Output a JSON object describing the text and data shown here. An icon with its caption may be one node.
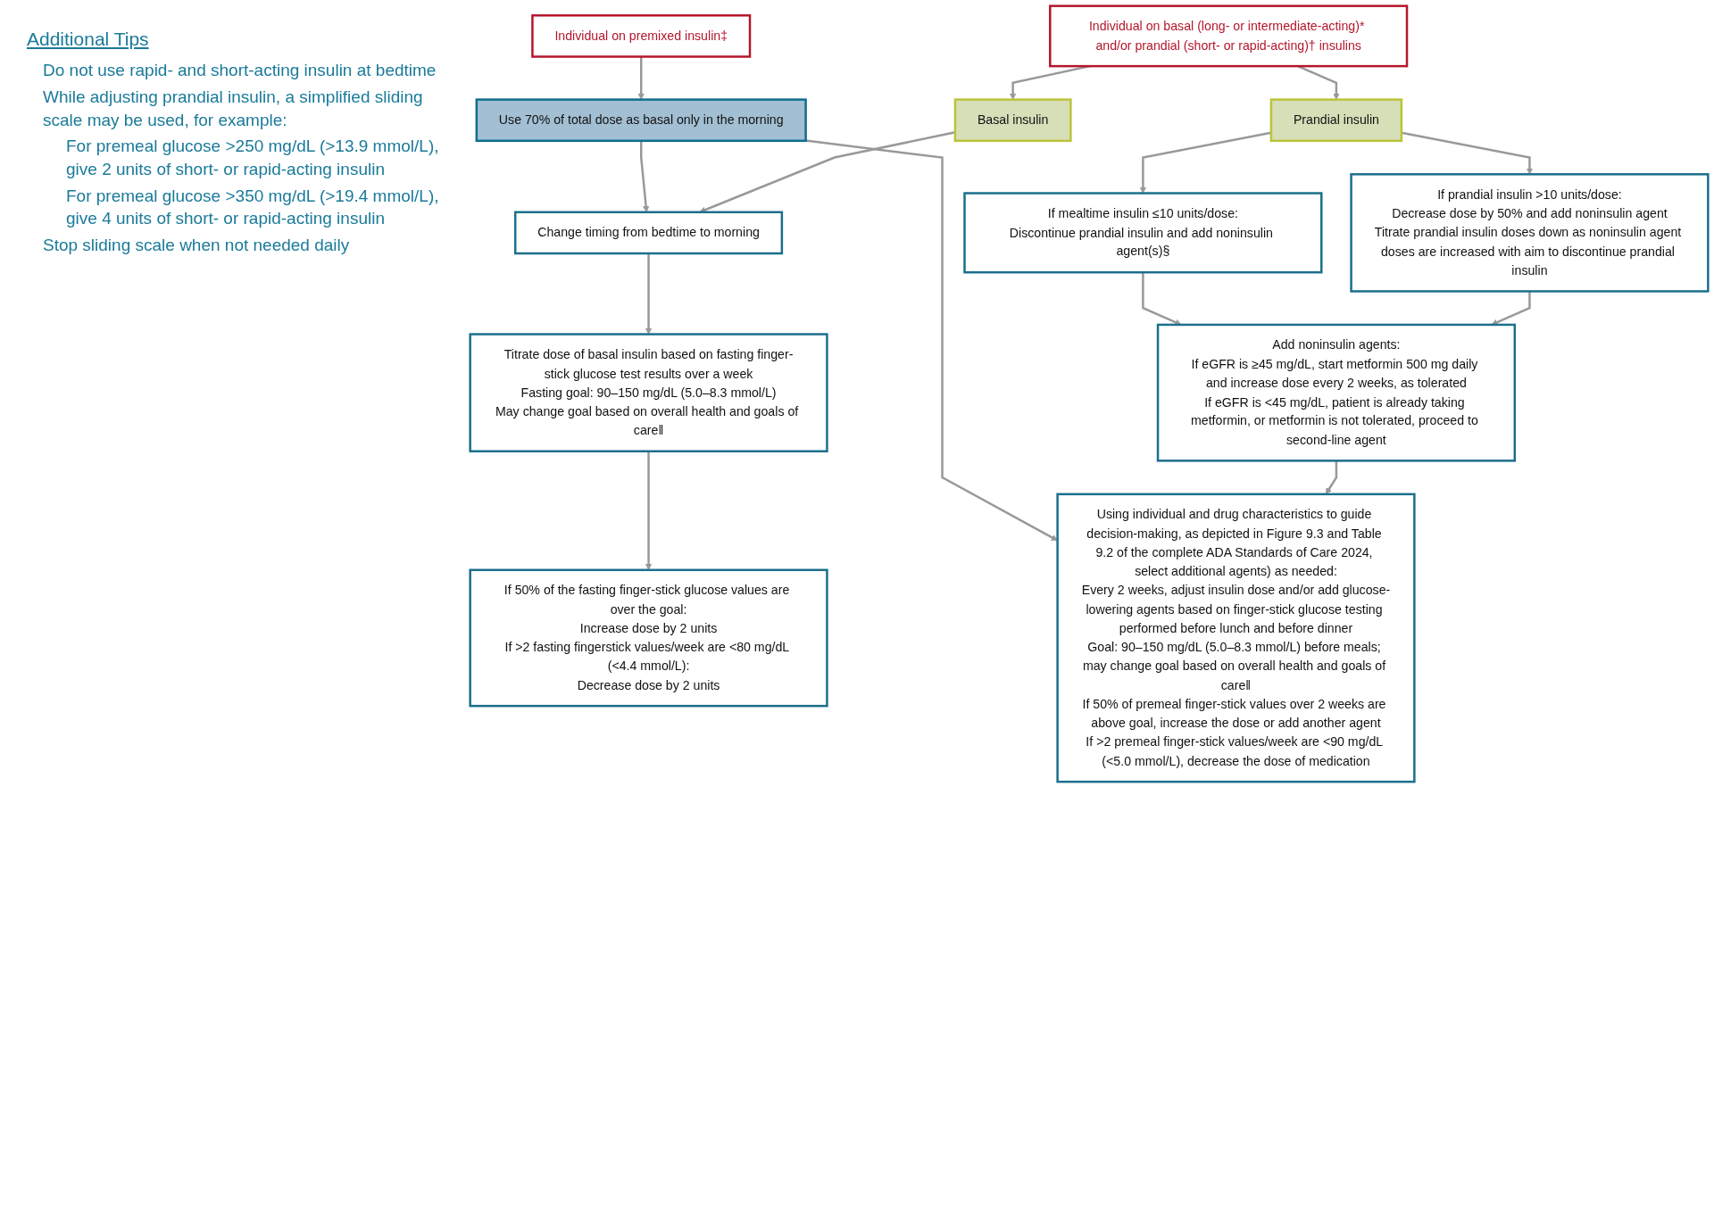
{
  "diagram": {
    "nodes": [
      {
        "text": [
          "Individual on basal (long- or intermediate-acting)* and/or prandial (short- or rapid-acting)† insulins"
        ]
      },
      {
        "text": [
          "Individual on premixed insulin‡"
        ]
      },
      {
        "text": [
          "Basal insulin"
        ]
      },
      {
        "text": [
          "Prandial insulin"
        ]
      },
      {
        "text": [
          "Use 70% of total dose as basal only in the morning"
        ]
      },
      {
        "text": [
          "Change timing from bedtime to morning"
        ]
      },
      {
        "text": [
          "Titrate dose of basal insulin based on fasting finger-stick glucose test results over a week",
          "Fasting goal: 90–150 mg/dL (5.0–8.3 mmol/L)",
          "May change goal based on overall health and goals of care‖"
        ]
      },
      {
        "text": [
          "If prandial insulin >10 units/dose:",
          "Decrease dose by 50% and add noninsulin agent",
          "Titrate prandial insulin doses down as noninsulin agent doses are increased with aim to discontinue prandial insulin"
        ]
      },
      {
        "text": [
          "If mealtime insulin ≤10 units/dose:",
          "Discontinue prandial insulin and add noninsulin agent(s)§"
        ]
      },
      {
        "text": [
          "If 50% of the fasting finger-stick glucose values are over the goal:",
          "Increase dose by 2 units",
          "If >2 fasting fingerstick values/week are <80 mg/dL (<4.4 mmol/L):",
          "Decrease dose by 2 units"
        ]
      },
      {
        "text": [
          "Add noninsulin agents:",
          "If eGFR is ≥45 mg/dL, start metformin 500 mg daily and increase dose every 2 weeks, as tolerated",
          "If eGFR is <45 mg/dL, patient is already taking metformin, or metformin is not tolerated, proceed to second-line agent"
        ]
      },
      {
        "text": [
          "Using individual and drug characteristics to guide decision-making, as depicted in Figure 9.3 and Table 9.2 of the complete ADA Standards of Care 2024, select additional agents) as needed:",
          "Every 2 weeks, adjust insulin dose and/or add glucose-lowering agents based on finger-stick glucose testing performed before lunch and before dinner",
          "Goal: 90–150 mg/dL (5.0–8.3 mmol/L) before meals; may change goal based on overall health and goals of care‖",
          "If 50% of premeal finger-stick values over 2 weeks are above goal, increase the dose or add another agent",
          "If >2 premeal finger-stick values/week are <90 mg/dL (<5.0 mmol/L), decrease the dose of medication"
        ]
      }
    ],
    "edges": [
      {
        "from": 0,
        "to": 2,
        "arrow": "to"
      },
      {
        "from": 0,
        "to": 3,
        "arrow": "to"
      },
      {
        "from": 1,
        "to": 4,
        "arrow": "to"
      },
      {
        "from": 2,
        "to": 5,
        "arrow": "to"
      },
      {
        "from": 4,
        "to": 5,
        "arrow": "to"
      },
      {
        "from": 3,
        "to": 7,
        "arrow": "to"
      },
      {
        "from": 3,
        "to": 8,
        "arrow": "to"
      },
      {
        "from": 5,
        "to": 6,
        "arrow": "to"
      },
      {
        "from": 6,
        "to": 9,
        "arrow": "to"
      },
      {
        "from": 7,
        "to": 10,
        "arrow": "to"
      },
      {
        "from": 8,
        "to": 10,
        "arrow": "to"
      },
      {
        "from": 10,
        "to": 11,
        "arrow": "to"
      },
      {
        "from": 4,
        "to": 11,
        "arrow": "to"
      }
    ],
    "labels": [
      "Additional Tips",
      "Do not use rapid- and short-acting insulin at bedtime",
      "While adjusting prandial insulin, a simplified sliding scale may be used, for example:",
      "For premeal glucose >250 mg/dL (>13.9 mmol/L), give 2 units of short- or rapid-acting insulin",
      "For premeal glucose >350 mg/dL (>19.4 mmol/L), give 4 units of short- or rapid-acting insulin",
      "Stop sliding scale when not needed daily"
    ]
  }
}
